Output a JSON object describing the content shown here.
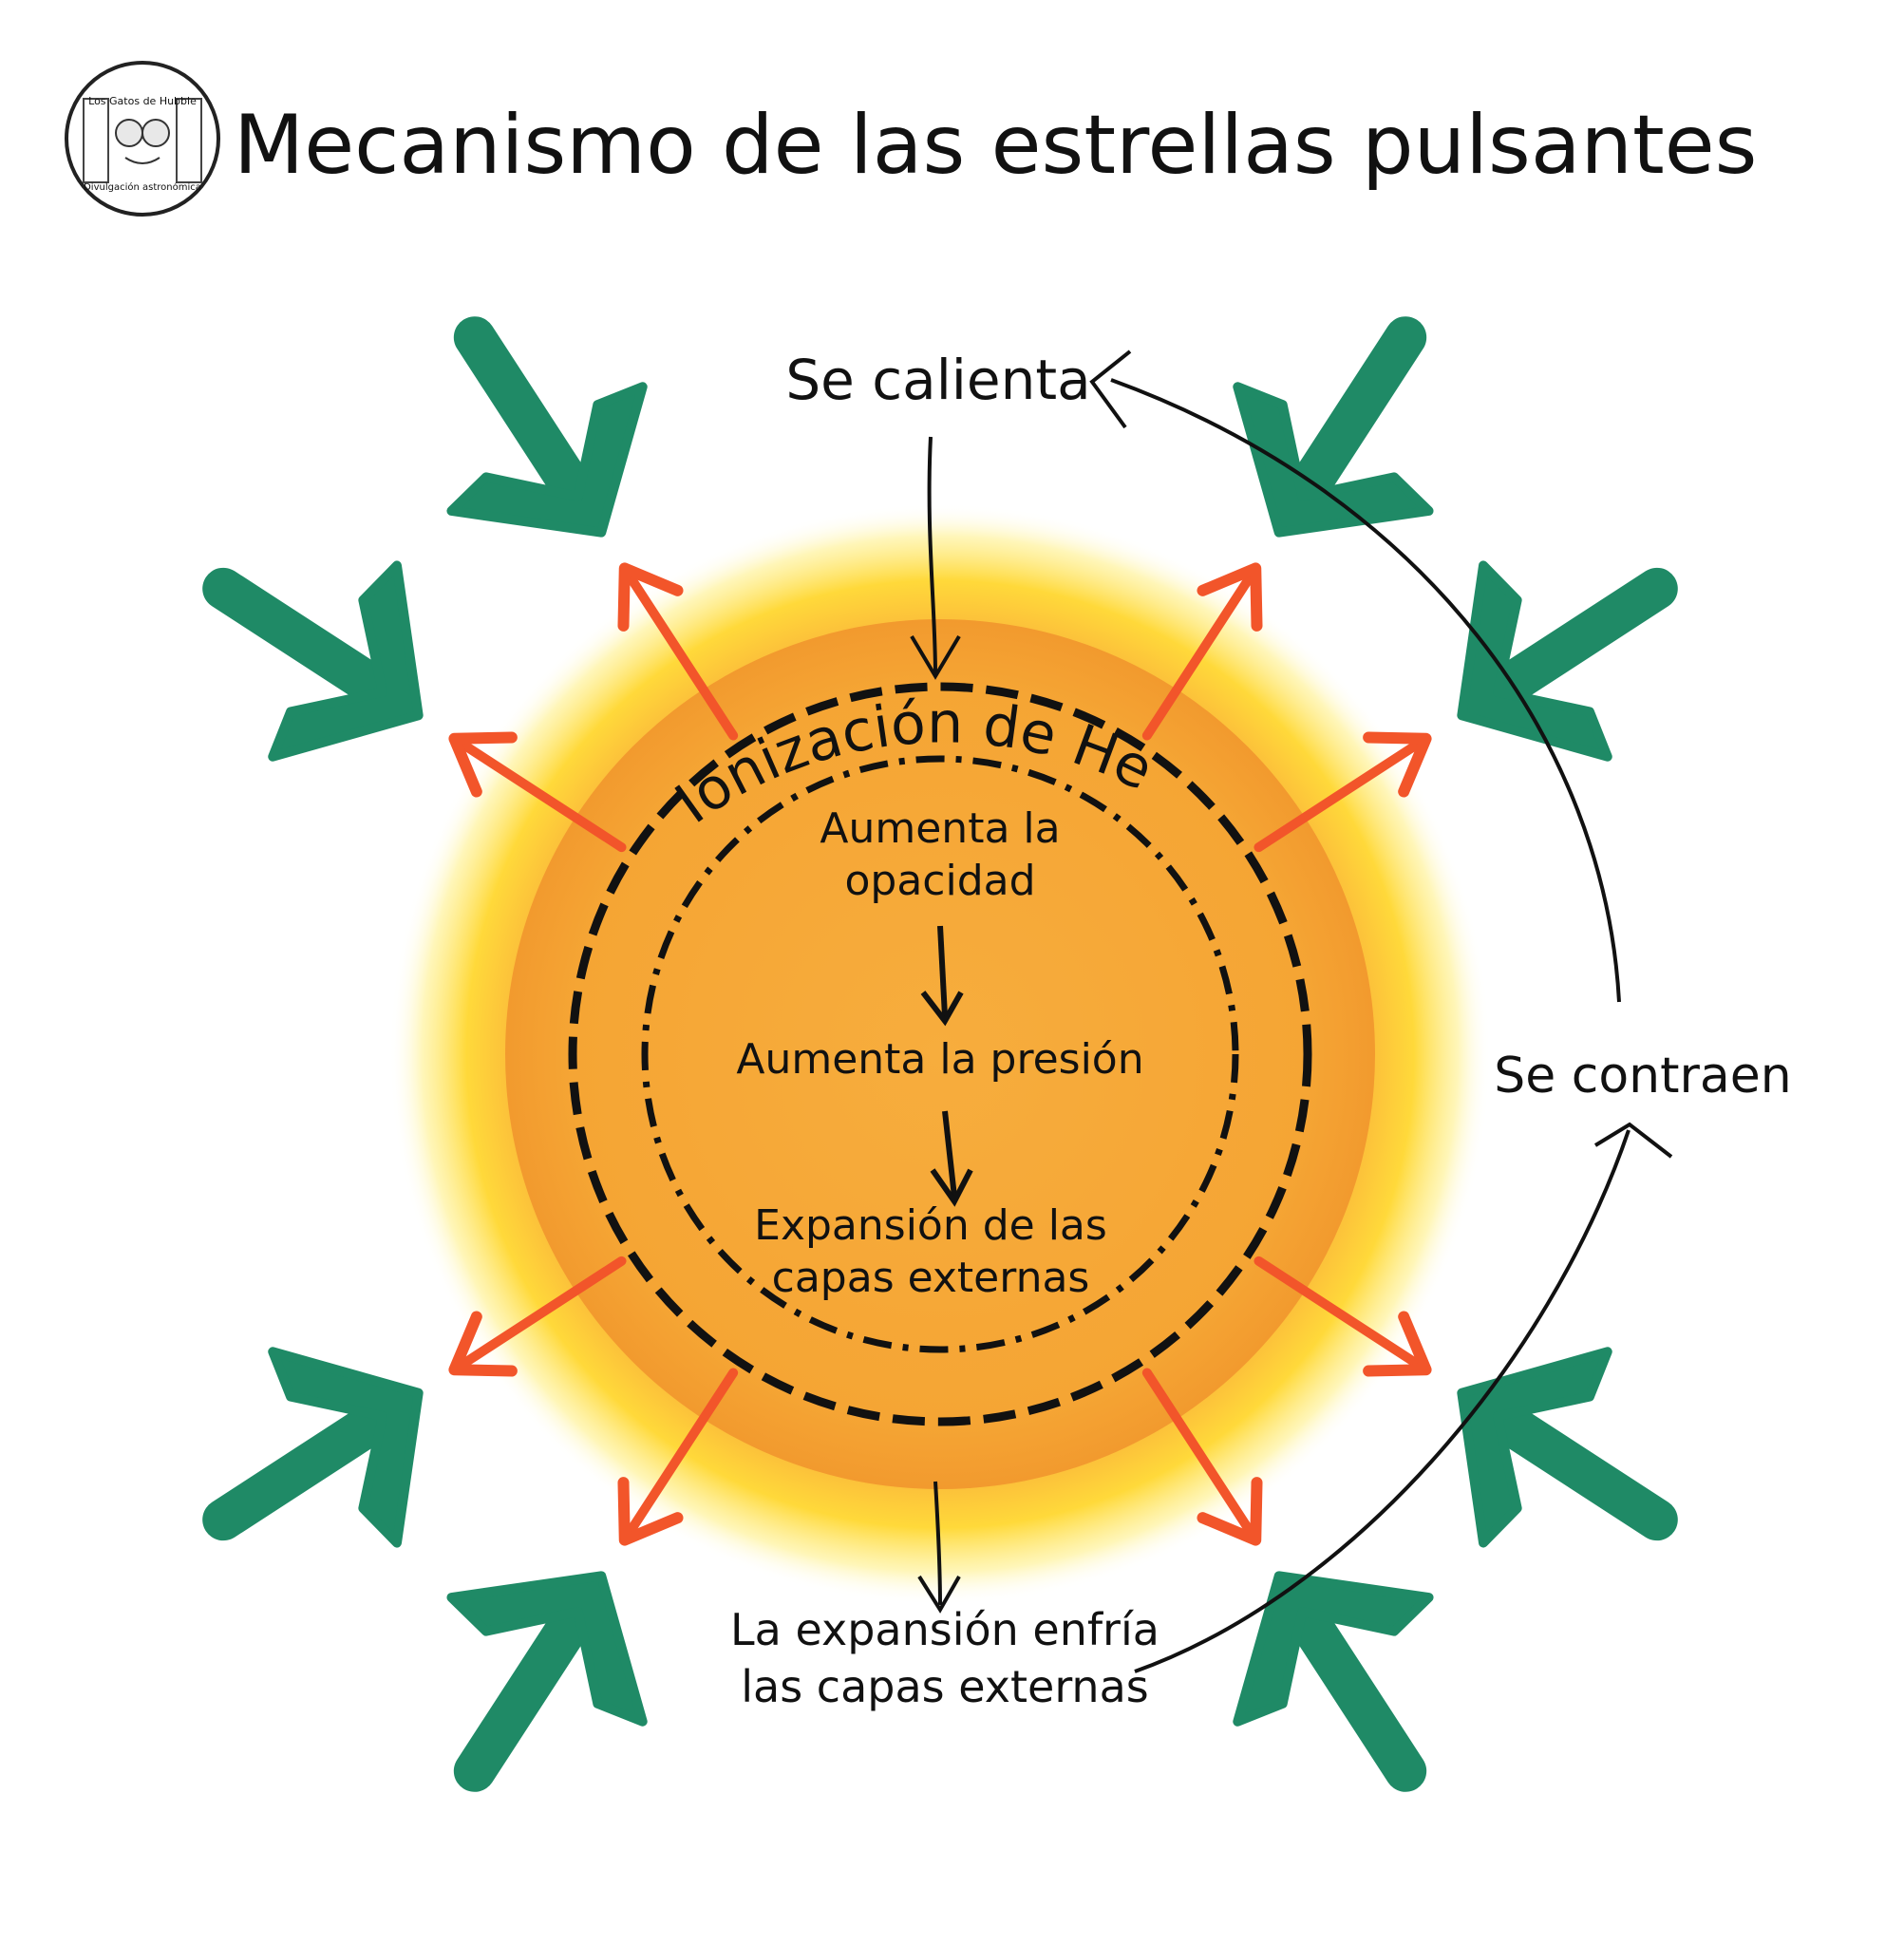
{
  "title": "Mecanismo de las estrellas pulsantes",
  "logo": {
    "text_top": "Los Gatos de Hubble",
    "text_bottom": "Divulgación astronómica"
  },
  "labels": {
    "heats": "Se calienta",
    "contracts": "Se contraen",
    "cools_line1": "La expansión enfría",
    "cools_line2": "las capas externas",
    "ring_label": "Ionización de He",
    "step1_line1": "Aumenta la",
    "step1_line2": "opacidad",
    "step2": "Aumenta la presión",
    "step3_line1": "Expansión de las",
    "step3_line2": "capas externas"
  },
  "colors": {
    "star_core": "#f5a534",
    "star_glow": "#ffd93a",
    "expansion_arrow": "#f2552a",
    "contraction_arrow": "#1f8a66",
    "ink": "#111111",
    "background": "#ffffff"
  },
  "icons": {
    "logo": "telescope-logo-icon",
    "expansion": "arrow-outward-icon",
    "contraction": "arrow-inward-icon"
  }
}
